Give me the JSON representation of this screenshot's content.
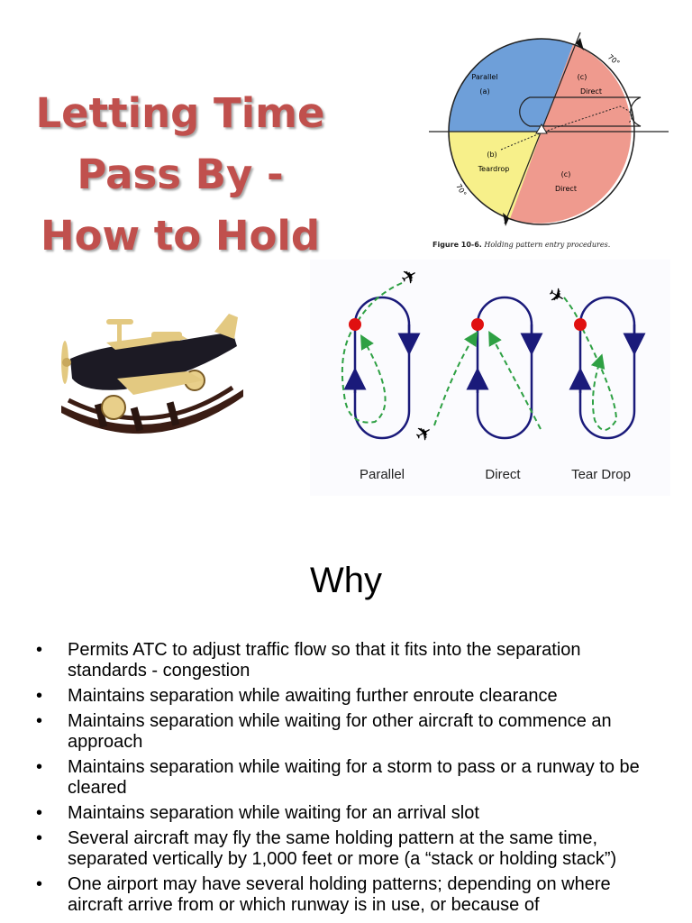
{
  "title": {
    "line1": "Letting Time",
    "line2": "Pass By -",
    "line3": "How to Hold"
  },
  "figure1": {
    "caption_label": "Figure 10-6.",
    "caption_text": "Holding pattern entry procedures.",
    "sectors": {
      "parallel_name": "Parallel",
      "parallel_letter": "(a)",
      "direct_top_letter": "(c)",
      "direct_top_name": "Direct",
      "teardrop_letter": "(b)",
      "teardrop_name": "Teardrop",
      "direct_bottom_letter": "(c)",
      "direct_bottom_name": "Direct"
    },
    "angle_top": "70°",
    "angle_bottom": "70°",
    "colors": {
      "parallel": "#6e9fd9",
      "direct": "#ef9a8e",
      "teardrop": "#f7f08a"
    }
  },
  "figure2": {
    "labels": [
      "Parallel",
      "Direct",
      "Tear Drop"
    ],
    "colors": {
      "track": "#1a1a7a",
      "entry": "#2ea043",
      "fix": "#e01010"
    }
  },
  "section_heading": "Why",
  "bullets": [
    "Permits ATC to adjust traffic flow so that it fits into the separation standards - congestion",
    "Maintains separation while awaiting further enroute clearance",
    "Maintains separation while waiting for other aircraft to commence an approach",
    "Maintains separation while waiting for  a storm to pass or a runway to be cleared",
    "Maintains separation while waiting for an arrival slot",
    "Several aircraft may fly the same holding pattern at the same time, separated vertically by 1,000 feet or more (a “stack or holding stack”)",
    "One airport may have several holding patterns; depending on where aircraft arrive from or which runway is in use, or because of"
  ]
}
